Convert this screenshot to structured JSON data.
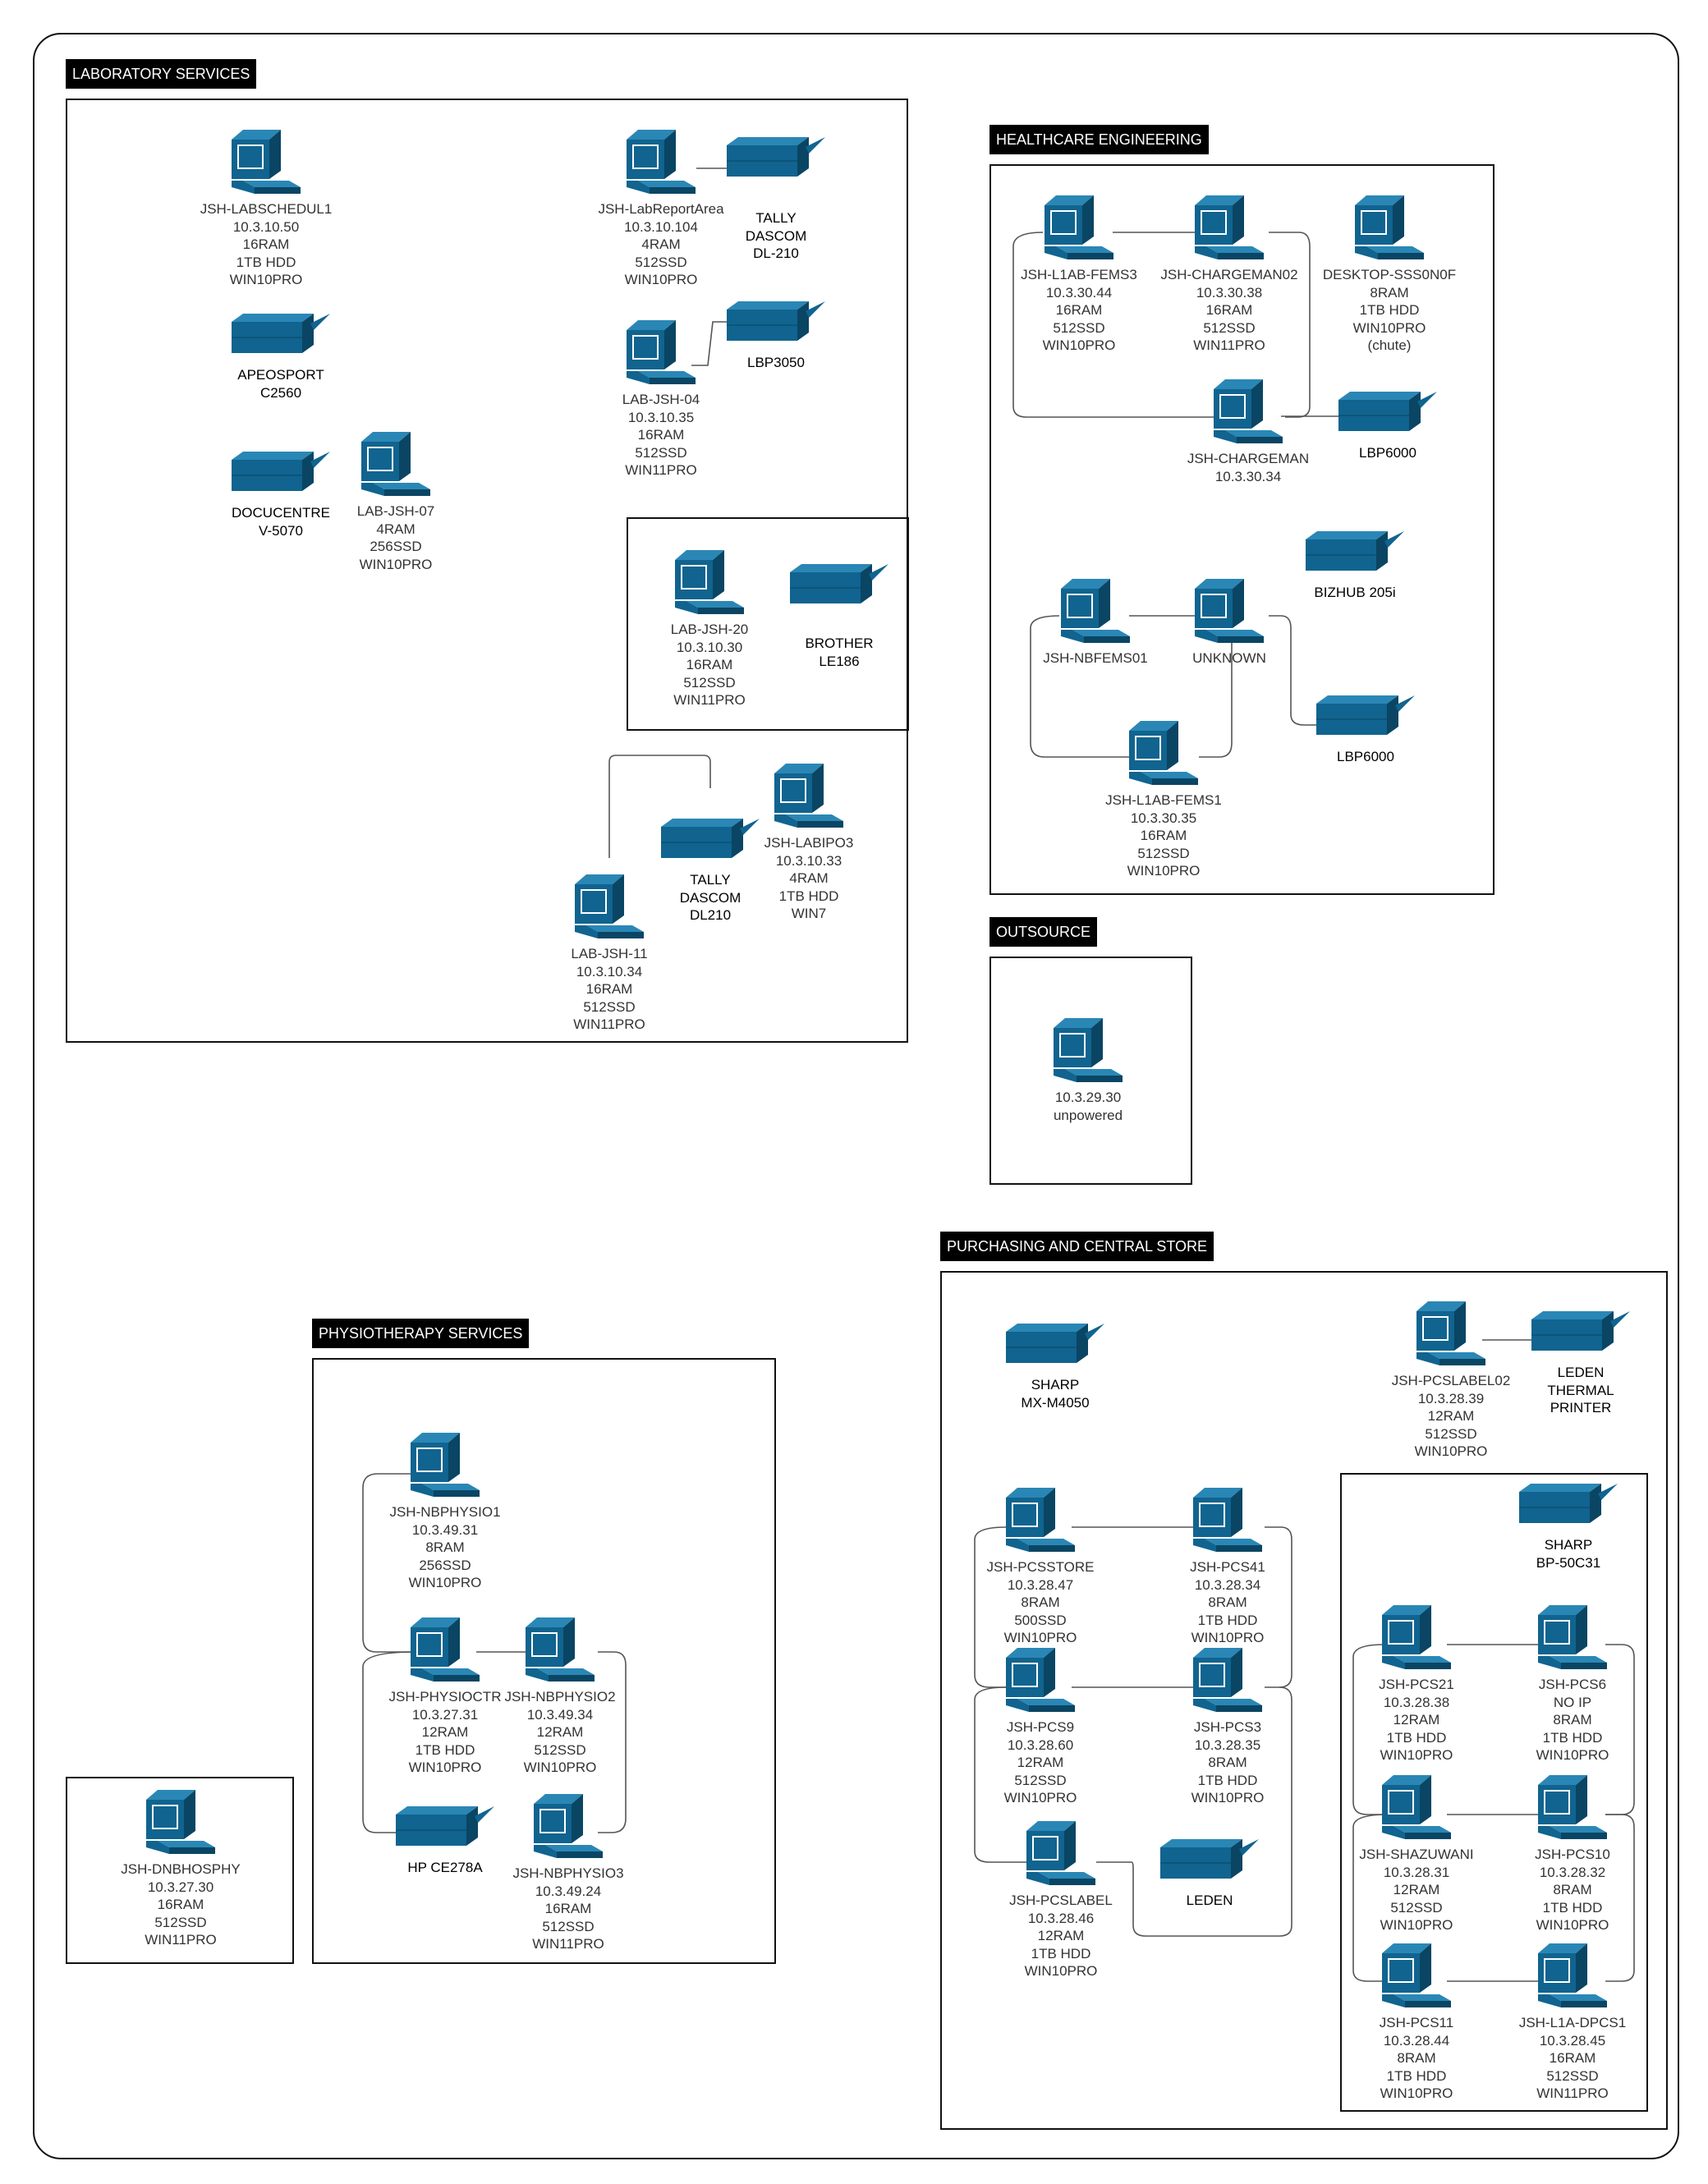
{
  "colors": {
    "device_fill": "#10648f",
    "device_dark": "#0a4564",
    "device_light": "#2a87b5",
    "line": "#555555"
  },
  "sections": {
    "lab": "LABORATORY SERVICES",
    "hce": "HEALTHCARE ENGINEERING",
    "out": "OUTSOURCE",
    "pcs": "PURCHASING AND CENTRAL STORE",
    "physio": "PHYSIOTHERAPY SERVICES"
  },
  "devices": {
    "lab_pc1": {
      "icon": "computer-icon",
      "text": "JSH-LABSCHEDUL1\n10.3.10.50\n16RAM\n1TB HDD\nWIN10PRO"
    },
    "lab_pc2": {
      "icon": "computer-icon",
      "text": "JSH-LabReportArea\n10.3.10.104\n4RAM\n512SSD\nWIN10PRO"
    },
    "lab_pc3": {
      "icon": "computer-icon",
      "text": "LAB-JSH-04\n10.3.10.35\n16RAM\n512SSD\nWIN11PRO"
    },
    "lab_pc4": {
      "icon": "computer-icon",
      "text": "LAB-JSH-07\n4RAM\n256SSD\nWIN10PRO"
    },
    "lab_pc5": {
      "icon": "computer-icon",
      "text": "LAB-JSH-20\n10.3.10.30\n16RAM\n512SSD\nWIN11PRO"
    },
    "lab_pc6": {
      "icon": "computer-icon",
      "text": "JSH-LABIPO3\n10.3.10.33\n4RAM\n1TB HDD\nWIN7"
    },
    "lab_pc7": {
      "icon": "computer-icon",
      "text": "LAB-JSH-11\n10.3.10.34\n16RAM\n512SSD\nWIN11PRO"
    },
    "lab_pr1": {
      "icon": "printer-icon",
      "text": "APEOSPORT\nC2560"
    },
    "lab_pr2": {
      "icon": "printer-icon",
      "text": "DOCUCENTRE\nV-5070"
    },
    "lab_pr3": {
      "icon": "printer-icon",
      "text": "TALLY\nDASCOM\nDL-210"
    },
    "lab_pr4": {
      "icon": "printer-icon",
      "text": "LBP3050"
    },
    "lab_pr5": {
      "icon": "printer-icon",
      "text": "BROTHER\nLE186"
    },
    "lab_pr6": {
      "icon": "printer-icon",
      "text": "TALLY\nDASCOM\nDL210"
    },
    "hce_pc1": {
      "icon": "computer-icon",
      "text": "JSH-L1AB-FEMS3\n10.3.30.44\n16RAM\n512SSD\nWIN10PRO"
    },
    "hce_pc2": {
      "icon": "computer-icon",
      "text": "JSH-CHARGEMAN02\n10.3.30.38\n16RAM\n512SSD\nWIN11PRO"
    },
    "hce_pc3": {
      "icon": "computer-icon",
      "text": "DESKTOP-SSS0N0F\n8RAM\n1TB HDD\nWIN10PRO\n(chute)"
    },
    "hce_pc4": {
      "icon": "computer-icon",
      "text": "JSH-CHARGEMAN\n10.3.30.34"
    },
    "hce_pc5": {
      "icon": "computer-icon",
      "text": "JSH-NBFEMS01"
    },
    "hce_pc6": {
      "icon": "computer-icon",
      "text": "UNKNOWN"
    },
    "hce_pc7": {
      "icon": "computer-icon",
      "text": "JSH-L1AB-FEMS1\n10.3.30.35\n16RAM\n512SSD\nWIN10PRO"
    },
    "hce_pr1": {
      "icon": "printer-icon",
      "text": "LBP6000"
    },
    "hce_pr2": {
      "icon": "printer-icon",
      "text": "BIZHUB 205i"
    },
    "hce_pr3": {
      "icon": "printer-icon",
      "text": "LBP6000"
    },
    "out_pc1": {
      "icon": "computer-icon",
      "text": "10.3.29.30\nunpowered"
    },
    "pcs_pr1": {
      "icon": "printer-icon",
      "text": "SHARP\nMX-M4050"
    },
    "pcs_pc1": {
      "icon": "computer-icon",
      "text": "JSH-PCSLABEL02\n10.3.28.39\n12RAM\n512SSD\nWIN10PRO"
    },
    "pcs_pr2": {
      "icon": "printer-icon",
      "text": "LEDEN\nTHERMAL\nPRINTER"
    },
    "pcs_pc2": {
      "icon": "computer-icon",
      "text": "JSH-PCSSTORE\n10.3.28.47\n8RAM\n500SSD\nWIN10PRO"
    },
    "pcs_pc3": {
      "icon": "computer-icon",
      "text": "JSH-PCS41\n10.3.28.34\n8RAM\n1TB HDD\nWIN10PRO"
    },
    "pcs_pc4": {
      "icon": "computer-icon",
      "text": "JSH-PCS9\n10.3.28.60\n12RAM\n512SSD\nWIN10PRO"
    },
    "pcs_pc5": {
      "icon": "computer-icon",
      "text": "JSH-PCS3\n10.3.28.35\n8RAM\n1TB HDD\nWIN10PRO"
    },
    "pcs_pc6": {
      "icon": "computer-icon",
      "text": "JSH-PCSLABEL\n10.3.28.46\n12RAM\n1TB HDD\nWIN10PRO"
    },
    "pcs_pr3": {
      "icon": "printer-icon",
      "text": "LEDEN"
    },
    "pcs_pr4": {
      "icon": "printer-icon",
      "text": "SHARP\nBP-50C31"
    },
    "pcs_pc7": {
      "icon": "computer-icon",
      "text": "JSH-PCS21\n10.3.28.38\n12RAM\n1TB HDD\nWIN10PRO"
    },
    "pcs_pc8": {
      "icon": "computer-icon",
      "text": "JSH-PCS6\nNO IP\n8RAM\n1TB HDD\nWIN10PRO"
    },
    "pcs_pc9": {
      "icon": "computer-icon",
      "text": "JSH-SHAZUWANI\n10.3.28.31\n12RAM\n512SSD\nWIN10PRO"
    },
    "pcs_pc10": {
      "icon": "computer-icon",
      "text": "JSH-PCS10\n10.3.28.32\n8RAM\n1TB HDD\nWIN10PRO"
    },
    "pcs_pc11": {
      "icon": "computer-icon",
      "text": "JSH-PCS11\n10.3.28.44\n8RAM\n1TB HDD\nWIN10PRO"
    },
    "pcs_pc12": {
      "icon": "computer-icon",
      "text": "JSH-L1A-DPCS1\n10.3.28.45\n16RAM\n512SSD\nWIN11PRO"
    },
    "phy_pc1": {
      "icon": "computer-icon",
      "text": "JSH-NBPHYSIO1\n10.3.49.31\n8RAM\n256SSD\nWIN10PRO"
    },
    "phy_pc2": {
      "icon": "computer-icon",
      "text": "JSH-PHYSIOCTR\n10.3.27.31\n12RAM\n1TB HDD\nWIN10PRO"
    },
    "phy_pc3": {
      "icon": "computer-icon",
      "text": "JSH-NBPHYSIO2\n10.3.49.34\n12RAM\n512SSD\nWIN10PRO"
    },
    "phy_pr1": {
      "icon": "printer-icon",
      "text": "HP CE278A"
    },
    "phy_pc4": {
      "icon": "computer-icon",
      "text": "JSH-NBPHYSIO3\n10.3.49.24\n16RAM\n512SSD\nWIN11PRO"
    },
    "dnb_pc1": {
      "icon": "computer-icon",
      "text": "JSH-DNBHOSPHY\n10.3.27.30\n16RAM\n512SSD\nWIN11PRO"
    }
  }
}
